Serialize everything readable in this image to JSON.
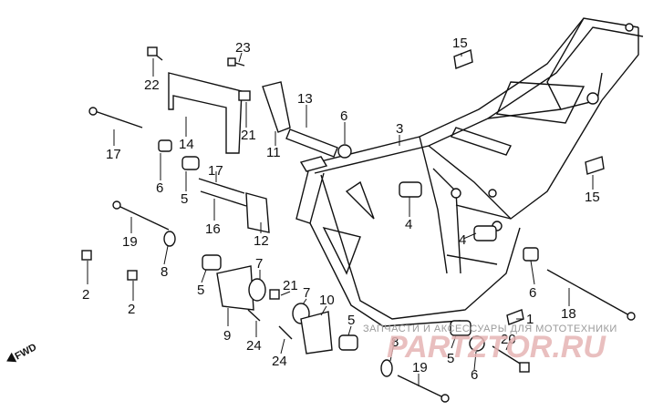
{
  "diagram": {
    "callouts": [
      "23",
      "22",
      "14",
      "21",
      "13",
      "6",
      "11",
      "3",
      "15",
      "17",
      "6",
      "17",
      "5",
      "16",
      "12",
      "4",
      "15",
      "19",
      "8",
      "7",
      "21",
      "7",
      "10",
      "5",
      "2",
      "2",
      "5",
      "9",
      "24",
      "24",
      "4",
      "1",
      "8",
      "20",
      "6",
      "5",
      "6",
      "18",
      "19"
    ],
    "fwd_label": "FWD",
    "watermark": {
      "caption": "ЗАПЧАСТИ И АКСЕССУАРЫ ДЛЯ МОТОТЕХНИКИ",
      "logo": "PARTZTOR.RU"
    },
    "colors": {
      "lines": "#111111",
      "background": "#ffffff",
      "watermark": "#e6b4b4"
    }
  }
}
